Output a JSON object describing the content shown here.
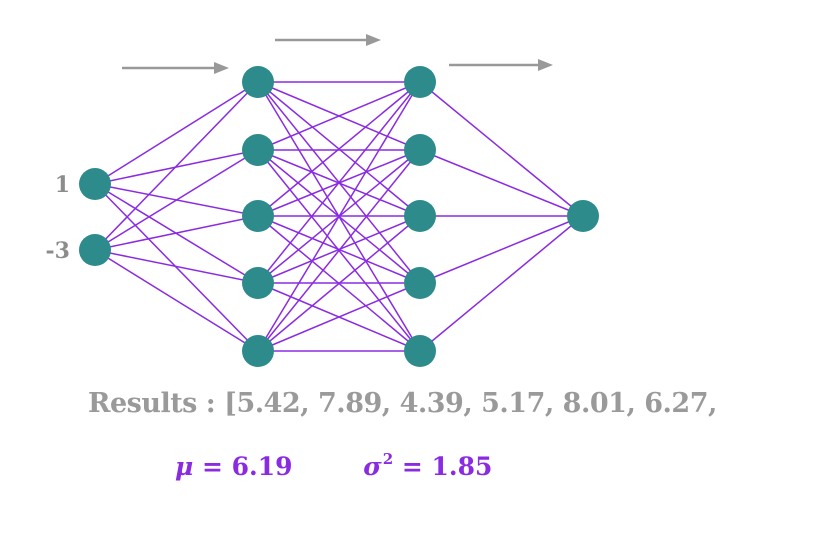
{
  "inputs": [
    {
      "label": "1"
    },
    {
      "label": "-3"
    }
  ],
  "results": {
    "label": "Results",
    "separator": " : ",
    "values_text": "[5.42, 7.89,  4.39,  5.17,  8.01, 6.27,"
  },
  "stats": {
    "mean_symbol": "μ",
    "mean_text": " = 6.19",
    "variance_symbol": "σ",
    "variance_exponent": "2",
    "variance_text": " = 1.85"
  },
  "colors": {
    "node": "#2e8b8b",
    "edge": "#8a2be2",
    "arrow": "#999999",
    "label": "#8c8c8c",
    "stats": "#8a2be2"
  }
}
